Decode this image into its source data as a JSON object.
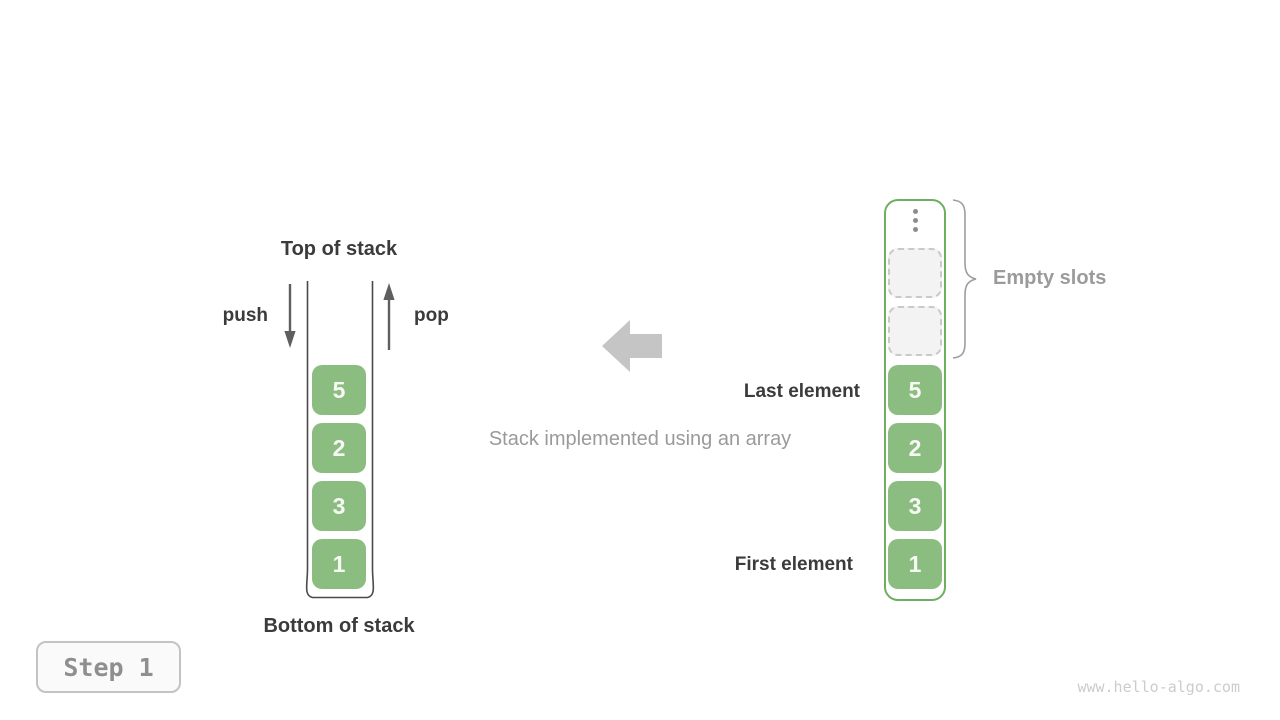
{
  "stack": {
    "top_label": "Top of stack",
    "bottom_label": "Bottom of stack",
    "push_label": "push",
    "pop_label": "pop",
    "blocks": [
      "5",
      "2",
      "3",
      "1"
    ]
  },
  "array": {
    "last_label": "Last element",
    "first_label": "First element",
    "empty_label": "Empty slots",
    "empty_slot_count": 2,
    "blocks": [
      "5",
      "2",
      "3",
      "1"
    ]
  },
  "caption": {
    "text": "Stack implemented using an array"
  },
  "footer": {
    "step_label": "Step 1",
    "watermark": "www.hello-algo.com"
  },
  "colors": {
    "block_green": "#8cbd80",
    "array_border_green": "#6fae61",
    "dark_text": "#3b3b3b",
    "gray_text": "#9b9b9b",
    "arrow_dark": "#5f5f5f",
    "arrow_light": "#c5c5c5",
    "empty_slot_bg": "#f3f3f3",
    "empty_slot_border": "#c9c9c9",
    "watermark_gray": "#cccccc"
  }
}
